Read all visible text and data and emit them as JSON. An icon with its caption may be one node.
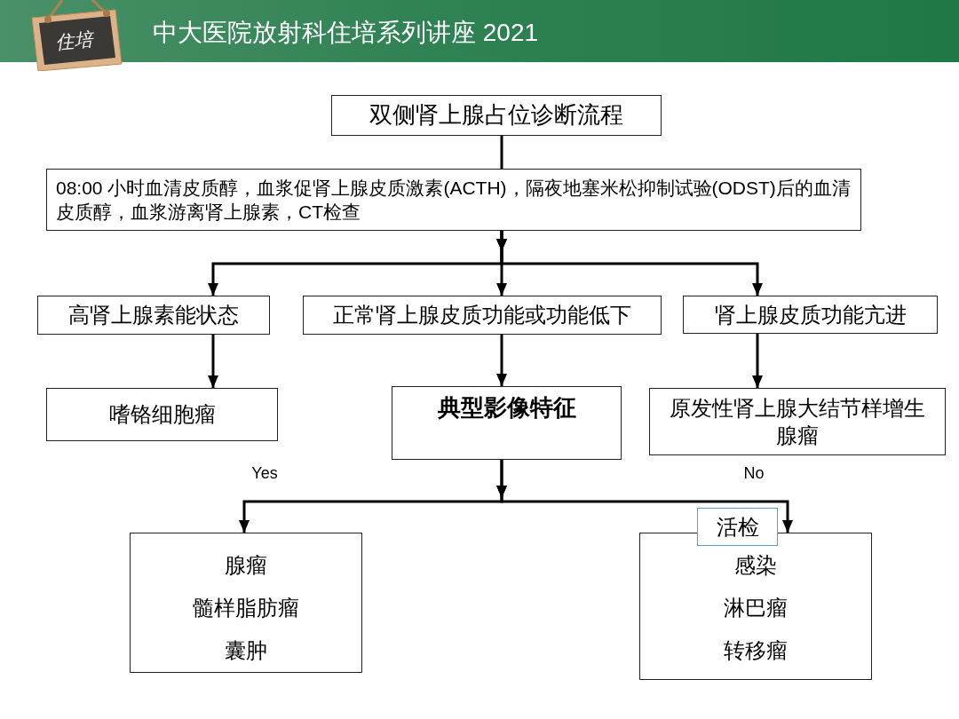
{
  "diagram": {
    "nodes": [
      {
        "text": [
          "双侧肾上腺占位诊断流程"
        ]
      },
      {
        "text": [
          "08:00 小时血清皮质醇，血浆促肾上腺皮质激素(ACTH)，隔夜地塞米松抑制试验(ODST)后的血清皮质醇，血浆游离肾上腺素，CT检查"
        ]
      },
      {
        "text": [
          "高肾上腺素能状态"
        ]
      },
      {
        "text": [
          "正常肾上腺皮质功能或功能低下"
        ]
      },
      {
        "text": [
          "肾上腺皮质功能亢进"
        ]
      },
      {
        "text": [
          "嗜铬细胞瘤"
        ]
      },
      {
        "text": [
          "典型影像特征"
        ]
      },
      {
        "text": [
          "原发性肾上腺大结节样增生腺瘤"
        ]
      },
      {
        "text": [
          "腺瘤",
          "髓样脂肪瘤",
          "囊肿"
        ]
      },
      {
        "text": [
          "感染",
          "淋巴瘤",
          "转移瘤"
        ]
      },
      {
        "text": [
          "活检"
        ]
      }
    ],
    "edges": [
      {
        "from": 0,
        "to": 1,
        "arrow": "none"
      },
      {
        "from": 1,
        "to": 2,
        "arrow": "to"
      },
      {
        "from": 1,
        "to": 3,
        "arrow": "to"
      },
      {
        "from": 1,
        "to": 4,
        "arrow": "to"
      },
      {
        "from": 2,
        "to": 5,
        "arrow": "to"
      },
      {
        "from": 3,
        "to": 6,
        "arrow": "to"
      },
      {
        "from": 4,
        "to": 7,
        "arrow": "to"
      },
      {
        "from": 6,
        "to": 8,
        "arrow": "to",
        "label": "Yes"
      },
      {
        "from": 6,
        "to": 9,
        "arrow": "to",
        "label": "No"
      }
    ],
    "labels": [
      "住培",
      "中大医院放射科住培系列讲座 2021"
    ]
  }
}
